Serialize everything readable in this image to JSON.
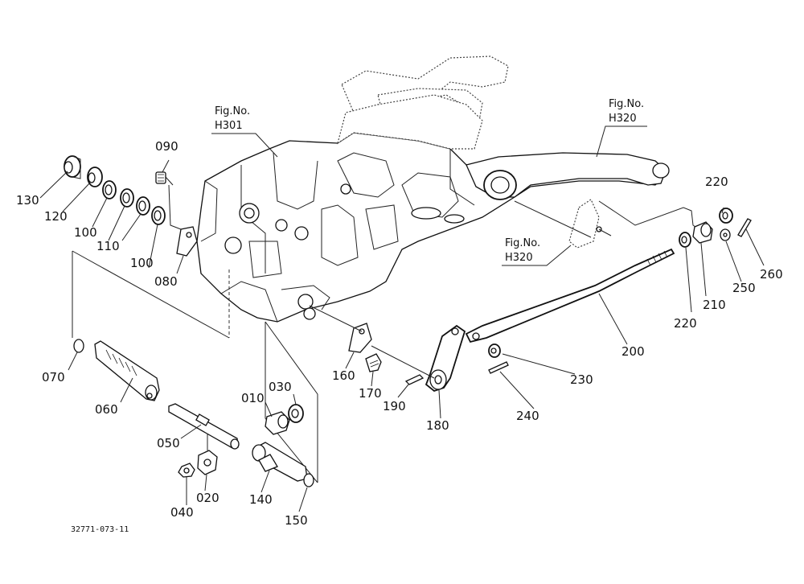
{
  "fig_refs": [
    {
      "line1": "Fig.No.",
      "line2": "H301"
    },
    {
      "line1": "Fig.No.",
      "line2": "H320"
    },
    {
      "line1": "Fig.No.",
      "line2": "H320"
    }
  ],
  "parts": [
    "130",
    "120",
    "100",
    "110",
    "100",
    "090",
    "080",
    "070",
    "060",
    "050",
    "040",
    "020",
    "010",
    "030",
    "140",
    "150",
    "160",
    "170",
    "190",
    "180",
    "230",
    "240",
    "200",
    "220",
    "220",
    "210",
    "250",
    "260"
  ],
  "drawing_code": "32771-073-11"
}
